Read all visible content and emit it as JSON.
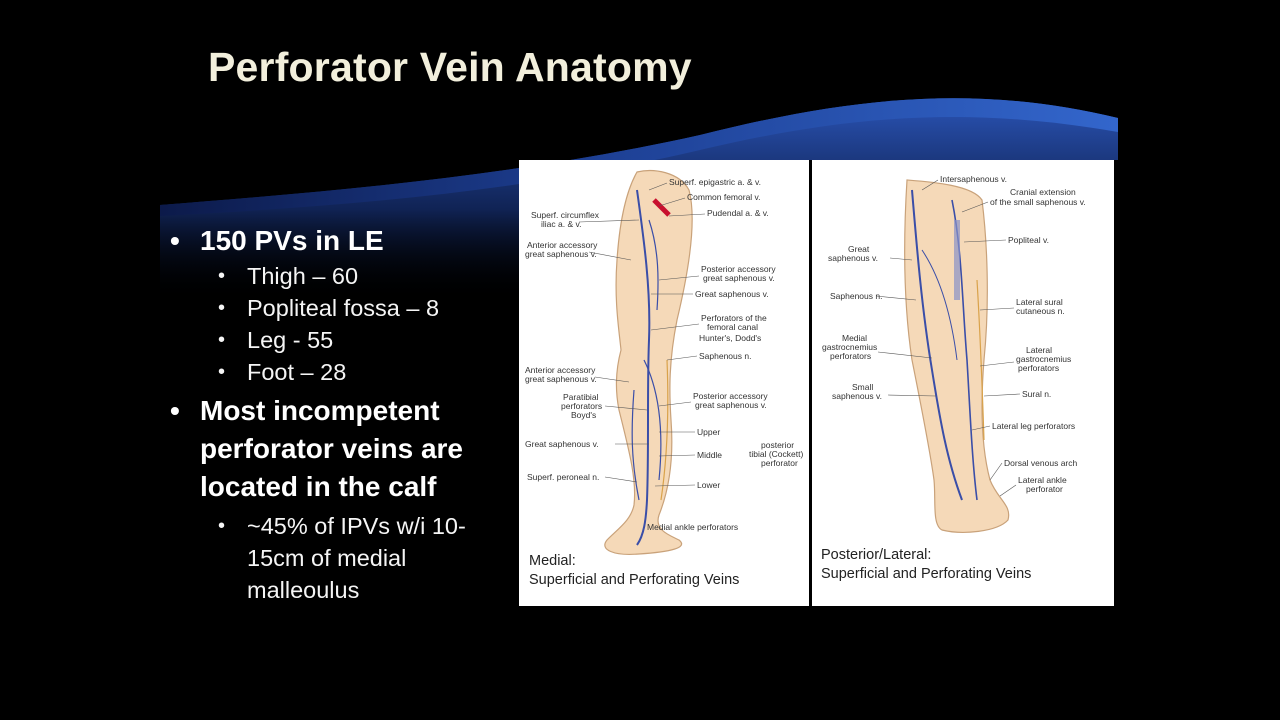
{
  "slide": {
    "title": "Perforator Vein Anatomy",
    "bullets": [
      {
        "text": "150 PVs in LE",
        "sub": [
          "Thigh  – 60",
          "Popliteal fossa – 8",
          "Leg -  55",
          "Foot – 28"
        ]
      },
      {
        "text": "Most incompetent perforator veins are located in the calf",
        "sub": [
          "~45% of IPVs w/i 10-15cm of medial malleoulus"
        ]
      }
    ]
  },
  "figures": {
    "medial": {
      "caption_line1": "Medial:",
      "caption_line2": "Superficial and Perforating Veins",
      "labels": [
        "Superf. epigastric a. & v.",
        "Common femoral v.",
        "Superf. circumflex",
        "iliac a. & v.",
        "Pudendal a. & v.",
        "Anterior accessory",
        "great saphenous v.",
        "Posterior accessory",
        "great saphenous v.",
        "Great saphenous v.",
        "Perforators of the",
        "femoral canal",
        "Hunter's, Dodd's",
        "Saphenous n.",
        "Anterior accessory",
        "great saphenous v.",
        "Paratibial",
        "perforators",
        "Boyd's",
        "Posterior accessory",
        "great saphenous v.",
        "Great saphenous v.",
        "Upper",
        "Middle",
        "Lower",
        "posterior",
        "tibial (Cockett)",
        "perforator",
        "Superf. peroneal n.",
        "Medial ankle perforators"
      ]
    },
    "posterior": {
      "caption_line1": "Posterior/Lateral:",
      "caption_line2": "Superficial and Perforating Veins",
      "labels": [
        "Intersaphenous v.",
        "Cranial extension",
        "of the small saphenous v.",
        "Great",
        "saphenous v.",
        "Popliteal v.",
        "Saphenous n.",
        "Lateral sural",
        "cutaneous n.",
        "Medial",
        "gastrocnemius",
        "perforators",
        "Lateral",
        "gastrocnemius",
        "perforators",
        "Small",
        "saphenous v.",
        "Sural n.",
        "Lateral leg perforators",
        "Dorsal venous arch",
        "Lateral ankle",
        "perforator"
      ]
    }
  },
  "colors": {
    "background": "#000000",
    "wave": "#2a4fa6",
    "title": "#f2efdc",
    "text": "#ffffff"
  }
}
